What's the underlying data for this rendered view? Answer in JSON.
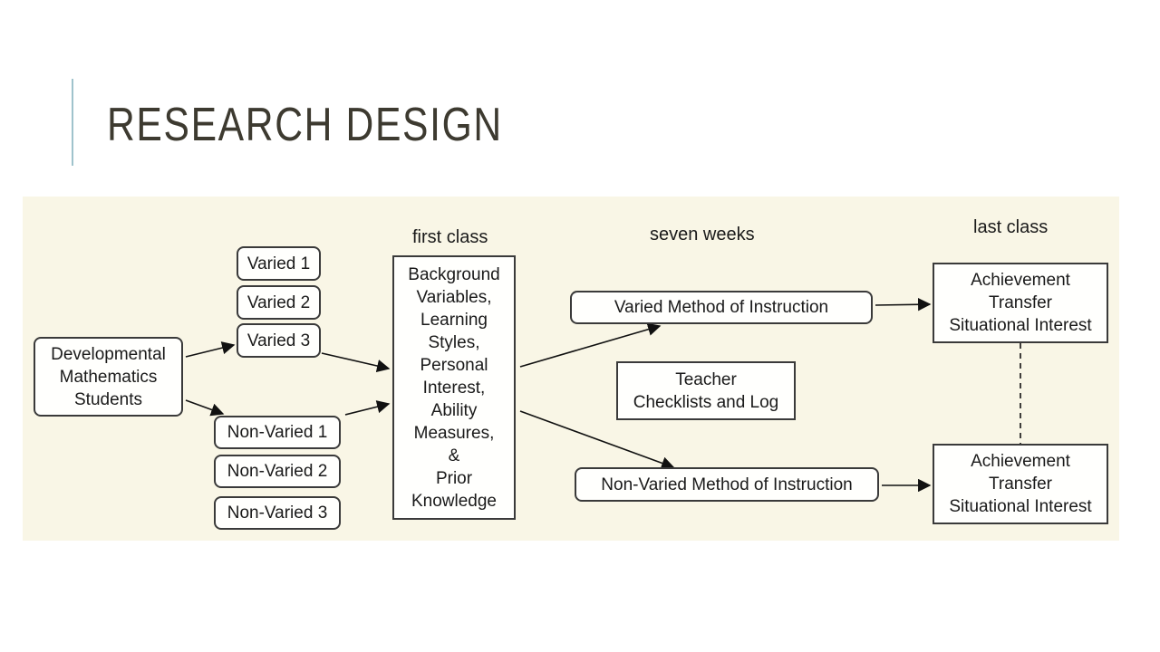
{
  "slide": {
    "title": "RESEARCH DESIGN"
  },
  "diagram": {
    "labels": {
      "first_class": "first class",
      "seven_weeks": "seven weeks",
      "last_class": "last class"
    },
    "nodes": {
      "students": "Developmental\nMathematics\nStudents",
      "varied_1": "Varied 1",
      "varied_2": "Varied 2",
      "varied_3": "Varied 3",
      "non_varied_1": "Non-Varied 1",
      "non_varied_2": "Non-Varied 2",
      "non_varied_3": "Non-Varied 3",
      "background": "Background\nVariables,\nLearning\nStyles,\nPersonal\nInterest,\nAbility\nMeasures,\n&\nPrior\nKnowledge",
      "varied_method": "Varied Method of Instruction",
      "non_varied_method": "Non-Varied Method of Instruction",
      "teacher": "Teacher\nChecklists and Log",
      "outcome_top": "Achievement\nTransfer\nSituational Interest",
      "outcome_bottom": "Achievement\nTransfer\nSituational Interest"
    }
  }
}
